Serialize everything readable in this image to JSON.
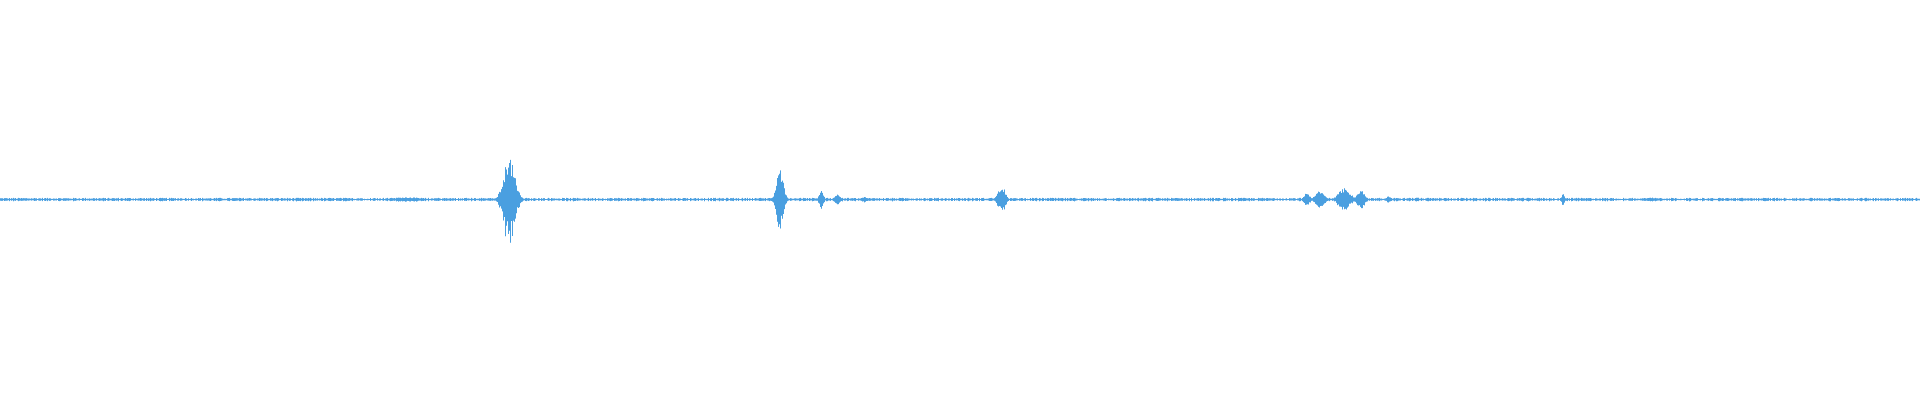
{
  "waveform": {
    "color": "#4a9fe0",
    "background": "#ffffff",
    "baseline_amplitude": 0.006,
    "duration_fraction_events": [
      {
        "at": 0.2115,
        "spread": 0.01,
        "amplitude": 0.012
      },
      {
        "at": 0.265,
        "spread": 0.004,
        "amplitude": 0.21
      },
      {
        "at": 0.406,
        "spread": 0.0025,
        "amplitude": 0.15
      },
      {
        "at": 0.4275,
        "spread": 0.0015,
        "amplitude": 0.05
      },
      {
        "at": 0.436,
        "spread": 0.002,
        "amplitude": 0.03
      },
      {
        "at": 0.45,
        "spread": 0.0015,
        "amplitude": 0.015
      },
      {
        "at": 0.5215,
        "spread": 0.0025,
        "amplitude": 0.07
      },
      {
        "at": 0.6805,
        "spread": 0.002,
        "amplitude": 0.035
      },
      {
        "at": 0.687,
        "spread": 0.003,
        "amplitude": 0.05
      },
      {
        "at": 0.7,
        "spread": 0.004,
        "amplitude": 0.06
      },
      {
        "at": 0.7085,
        "spread": 0.0025,
        "amplitude": 0.05
      },
      {
        "at": 0.723,
        "spread": 0.0015,
        "amplitude": 0.02
      },
      {
        "at": 0.738,
        "spread": 0.001,
        "amplitude": 0.012
      },
      {
        "at": 0.814,
        "spread": 0.001,
        "amplitude": 0.03
      },
      {
        "at": 0.86,
        "spread": 0.006,
        "amplitude": 0.01
      }
    ]
  }
}
